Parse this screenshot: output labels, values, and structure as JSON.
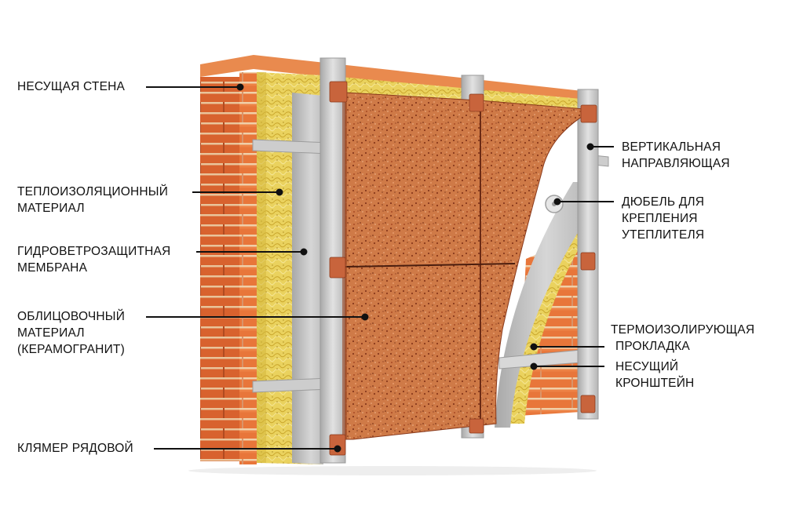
{
  "diagram": {
    "subject": "ventilated facade structure",
    "colors": {
      "brick": "#e8763a",
      "brick_dark": "#c9582a",
      "mortar": "#f3d9b8",
      "insulation": "#e9cf55",
      "insulation_dark": "#c9a92c",
      "membrane": "#cfcfcf",
      "profile": "#c8c8c8",
      "profile_dark": "#9a9a9a",
      "cladding": "#c9713f",
      "cladding_speck": "#7a2e16",
      "clip": "#c8643c",
      "leader": "#111111"
    },
    "labels_left": [
      {
        "id": "load-bearing-wall",
        "lines": [
          "НЕСУЩАЯ СТЕНА"
        ]
      },
      {
        "id": "thermal-insulation",
        "lines": [
          "ТЕПЛОИЗОЛЯЦИОННЫЙ",
          "МАТЕРИАЛ"
        ]
      },
      {
        "id": "wind-water-membrane",
        "lines": [
          "ГИДРОВЕТРОЗАЩИТНАЯ",
          "МЕМБРАНА"
        ]
      },
      {
        "id": "cladding-material",
        "lines": [
          "ОБЛИЦОВОЧНЫЙ",
          "МАТЕРИАЛ",
          "(КЕРАМОГРАНИТ)"
        ]
      },
      {
        "id": "row-clamp",
        "lines": [
          "КЛЯМЕР РЯДОВОЙ"
        ]
      }
    ],
    "labels_right": [
      {
        "id": "vertical-guide",
        "lines": [
          "ВЕРТИКАЛЬНАЯ",
          "НАПРАВЛЯЮЩАЯ"
        ]
      },
      {
        "id": "insulation-dowel",
        "lines": [
          "ДЮБЕЛЬ ДЛЯ",
          "КРЕПЛЕНИЯ",
          "УТЕПЛИТЕЛЯ"
        ]
      },
      {
        "id": "thermal-gasket",
        "lines": [
          "ТЕРМОИЗОЛИРУЮЩАЯ",
          "ПРОКЛАДКА"
        ]
      },
      {
        "id": "bearing-bracket",
        "lines": [
          "НЕСУЩИЙ",
          "КРОНШТЕЙН"
        ]
      }
    ]
  }
}
